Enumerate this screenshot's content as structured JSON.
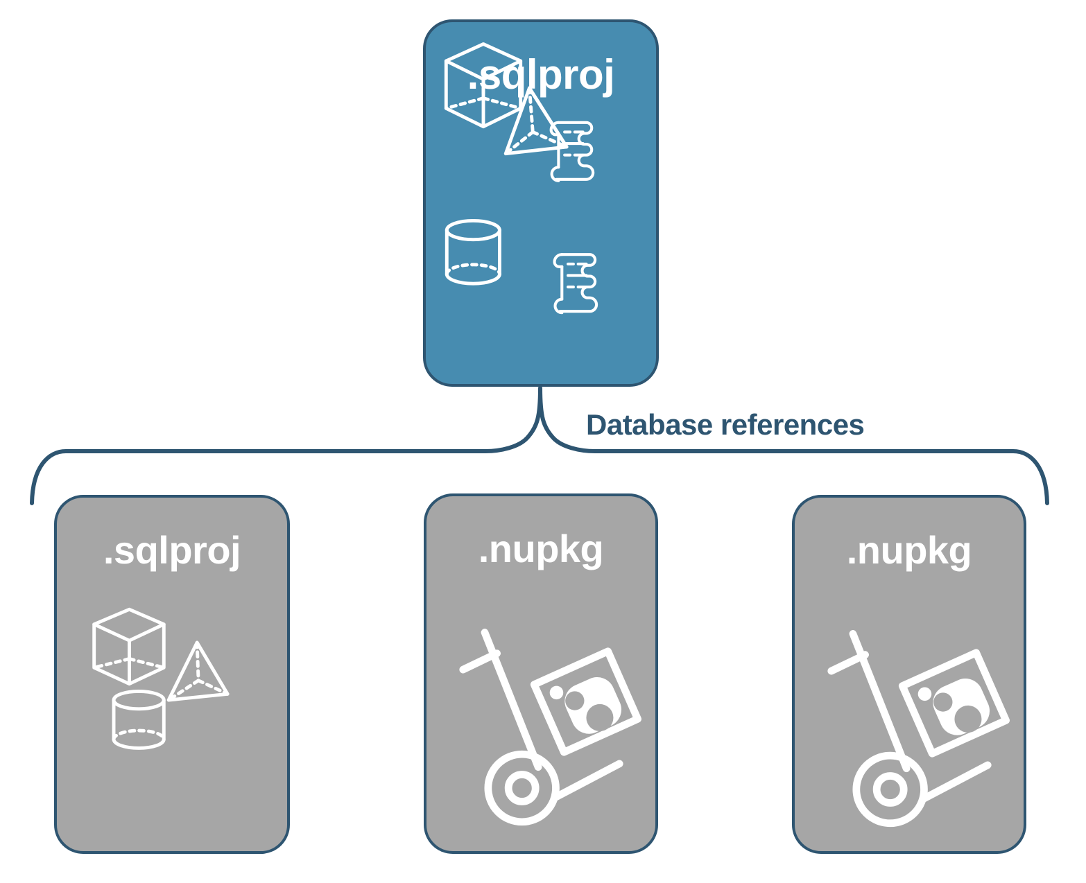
{
  "diagram": {
    "type": "hierarchy",
    "background_color": "#FFFFFF",
    "accent_color": "#478CB0",
    "outline_color": "#2E5571",
    "neutral_color": "#A6A6A6",
    "label_color": "#2E5571",
    "title_text_color": "#FFFFFF"
  },
  "root": {
    "label": ".sqlproj",
    "fill": "#478CB0",
    "icons": [
      "cube-icon",
      "scroll-icon",
      "pyramid-icon",
      "cylinder-icon",
      "scroll-icon"
    ]
  },
  "connector": {
    "label": "Database references",
    "style": "curly-brace"
  },
  "children": [
    {
      "label": ".sqlproj",
      "fill": "#A6A6A6",
      "icons": [
        "cube-icon",
        "pyramid-icon",
        "cylinder-icon"
      ]
    },
    {
      "label": ".nupkg",
      "fill": "#A6A6A6",
      "icons": [
        "hand-truck-icon",
        "nuget-package-icon"
      ]
    },
    {
      "label": ".nupkg",
      "fill": "#A6A6A6",
      "icons": [
        "hand-truck-icon",
        "nuget-package-icon"
      ]
    }
  ]
}
